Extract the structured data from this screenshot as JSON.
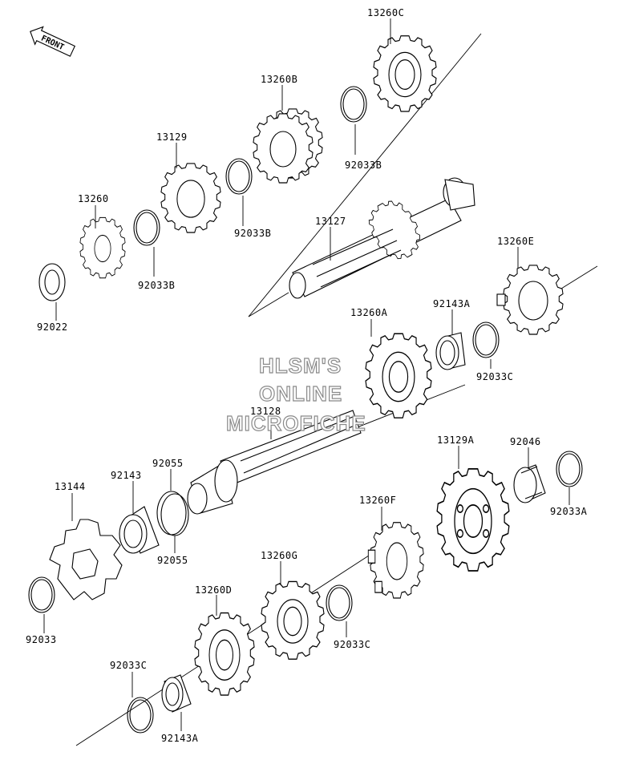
{
  "front_arrow": {
    "label": "FRONT"
  },
  "watermark": {
    "line1": "HLSM'S",
    "line2": "ONLINE",
    "line3": "MICROFICHE"
  },
  "labels": {
    "p13260C": "13260C",
    "p13260B": "13260B",
    "p92033B_a": "92033B",
    "p13129": "13129",
    "p13260": "13260",
    "p92033B_b": "92033B",
    "p92033B_c": "92033B",
    "p92022": "92022",
    "p13127": "13127",
    "p13260E": "13260E",
    "p92143A_a": "92143A",
    "p13260A": "13260A",
    "p92033C_a": "92033C",
    "p13128": "13128",
    "p92055_a": "92055",
    "p92143": "92143",
    "p13144": "13144",
    "p92055_b": "92055",
    "p13129A": "13129A",
    "p92046": "92046",
    "p92033A": "92033A",
    "p13260F": "13260F",
    "p13260G": "13260G",
    "p13260D": "13260D",
    "p92033C_b": "92033C",
    "p92033": "92033",
    "p92033C_c": "92033C",
    "p92143A_b": "92143A"
  }
}
